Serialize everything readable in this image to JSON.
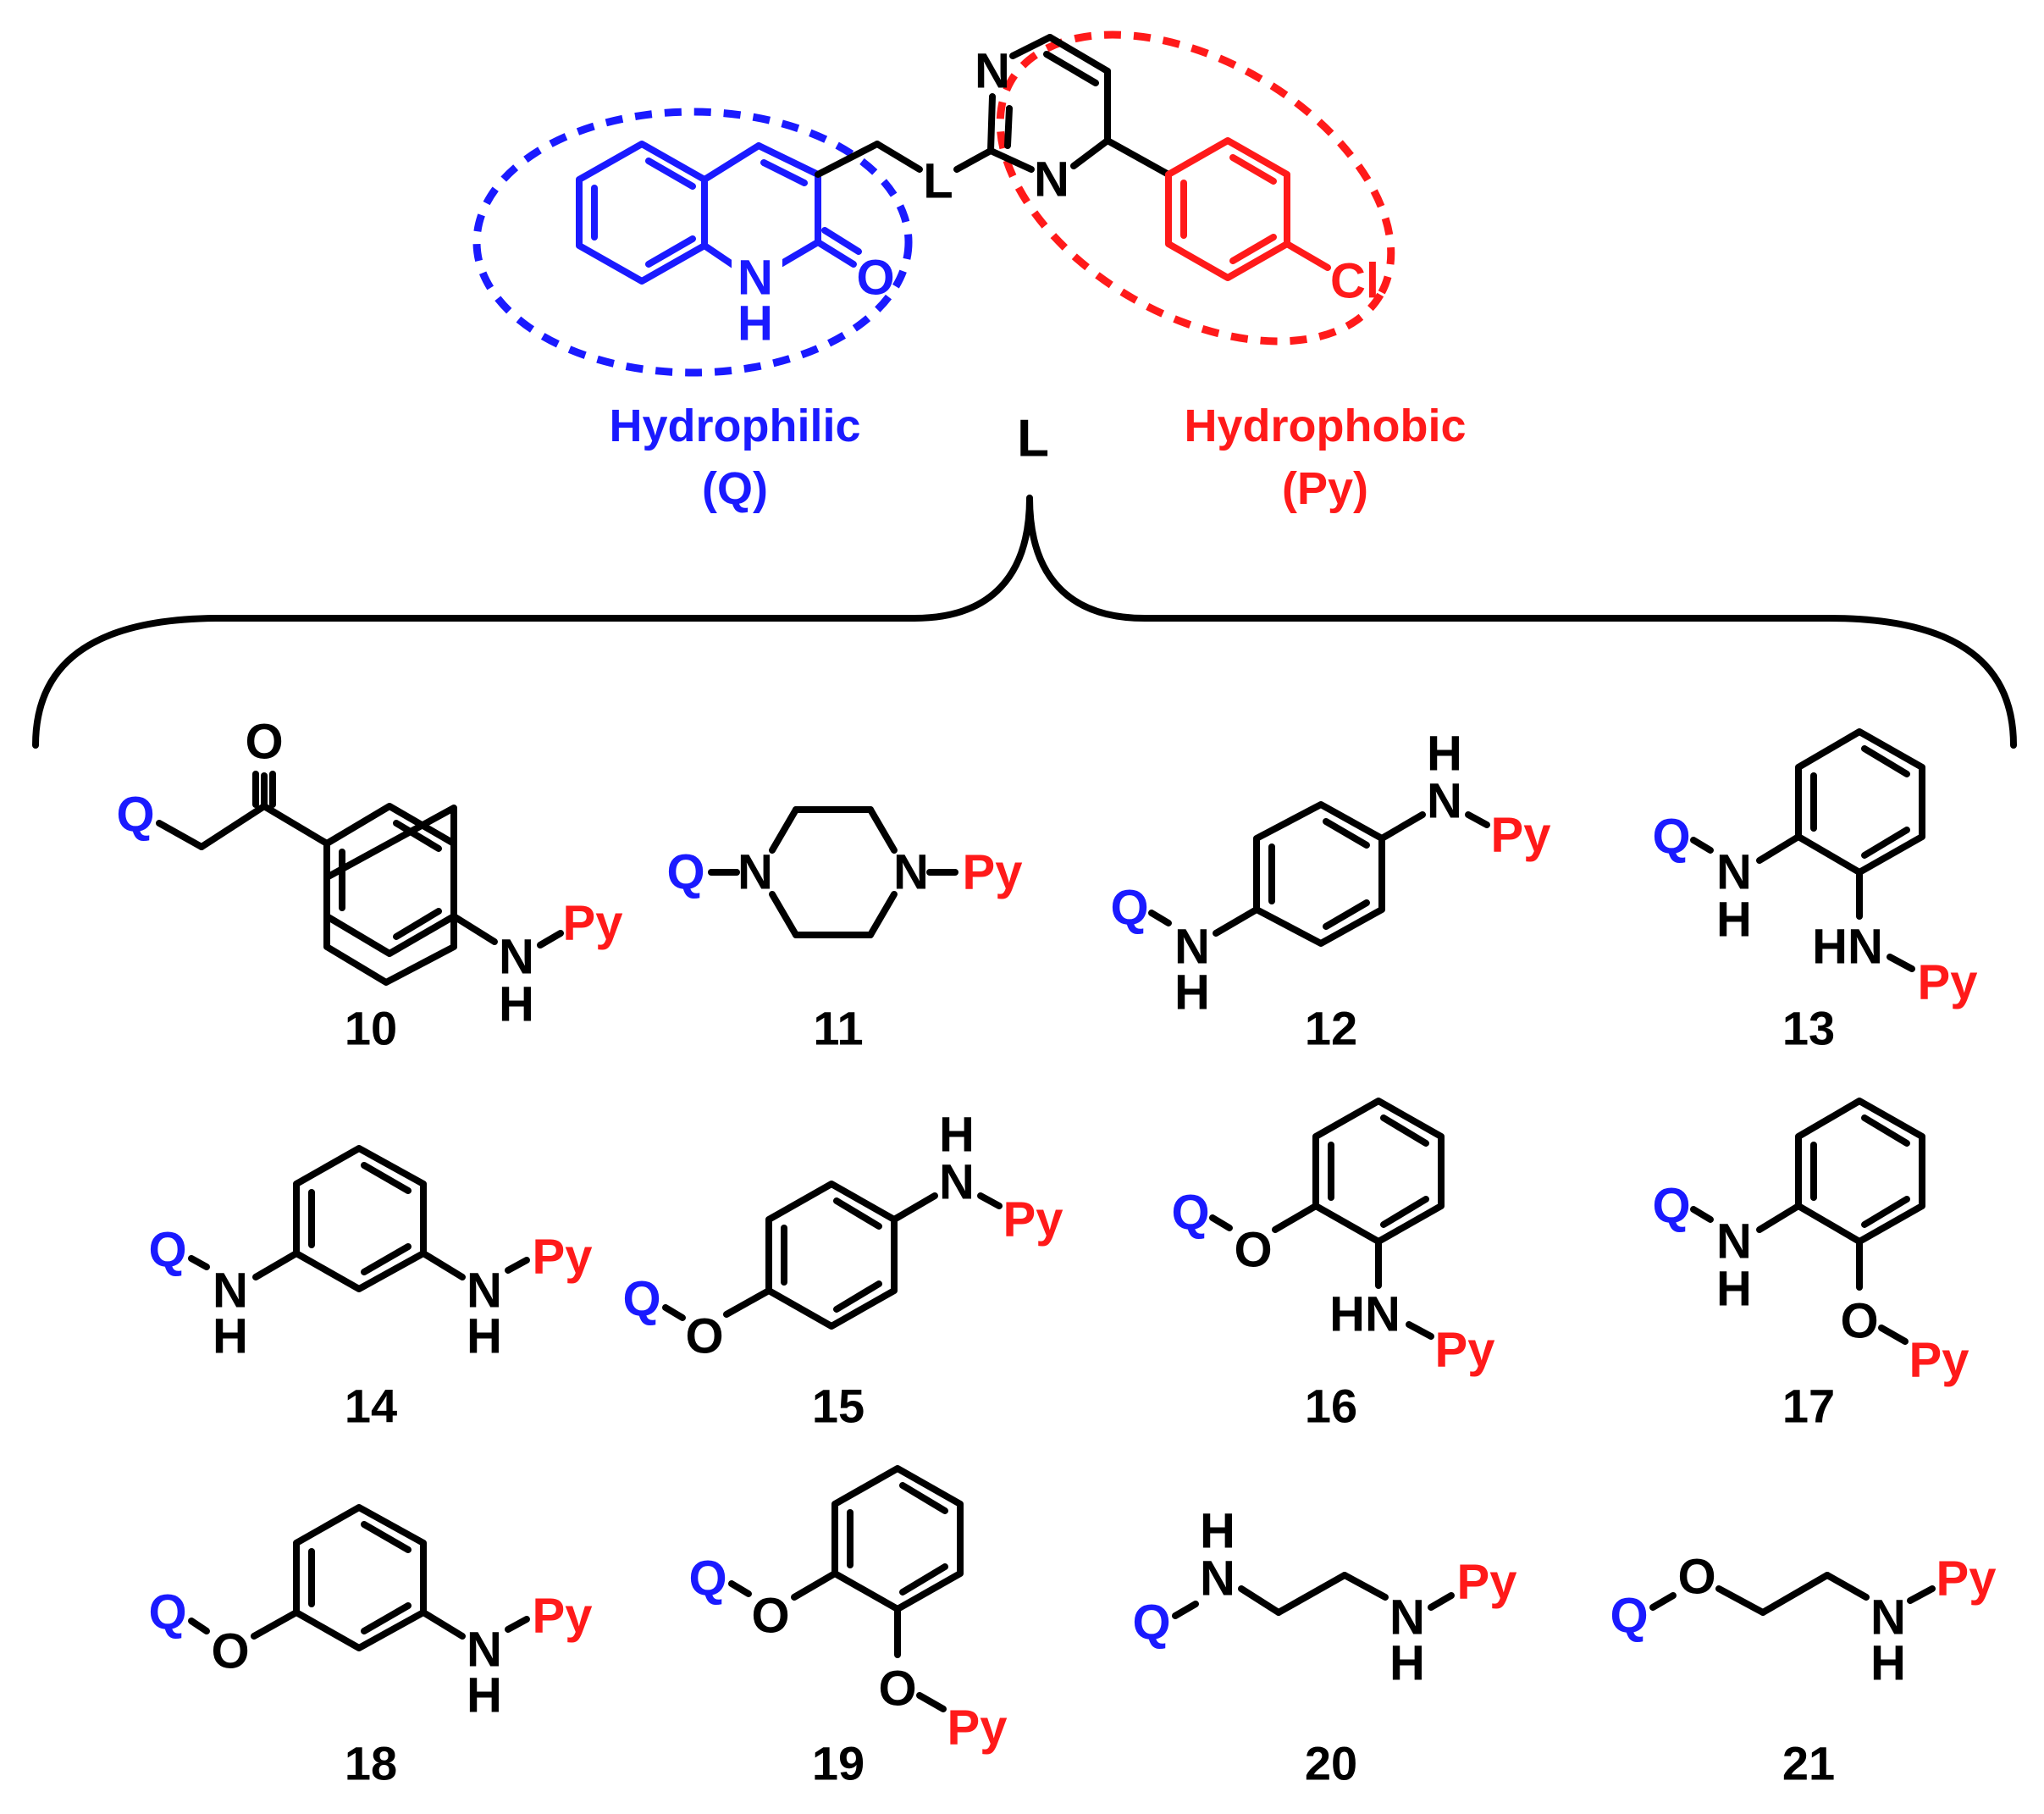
{
  "colors": {
    "hydrophilic": "#1a1aff",
    "hydrophobic": "#ff1a1a",
    "linker": "#000000"
  },
  "header": {
    "hydrophilic_title": "Hydrophilic",
    "hydrophilic_abbr": "(Q)",
    "linker_label": "L",
    "hydrophobic_title": "Hydrophobic",
    "hydrophobic_abbr": "(Py)"
  },
  "scaffold_atoms": {
    "ring_n": "N",
    "ring_h": "H",
    "carbonyl_o": "O",
    "linker": "L",
    "pyrimidine_n1": "N",
    "pyrimidine_n3": "N",
    "chloro": "Cl"
  },
  "fragments": {
    "q": "Q",
    "py": "Py",
    "n": "N",
    "h": "H",
    "o": "O",
    "hn": "HN"
  },
  "compounds": [
    {
      "label": "10"
    },
    {
      "label": "11"
    },
    {
      "label": "12"
    },
    {
      "label": "13"
    },
    {
      "label": "14"
    },
    {
      "label": "15"
    },
    {
      "label": "16"
    },
    {
      "label": "17"
    },
    {
      "label": "18"
    },
    {
      "label": "19"
    },
    {
      "label": "20"
    },
    {
      "label": "21"
    }
  ]
}
